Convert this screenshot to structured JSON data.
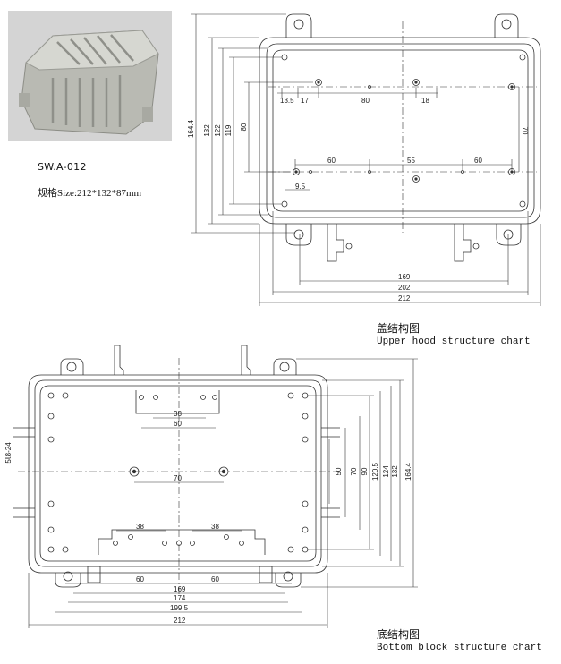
{
  "product": {
    "model": "SW.A-012",
    "size_spec": "规格Size:212*132*87mm"
  },
  "upper_hood": {
    "title_cn": "盖结构图",
    "title_en": "Upper hood structure chart",
    "dims": {
      "w212": "212",
      "w202": "202",
      "w169": "169",
      "h164": "164.4",
      "h132": "132",
      "h122": "122",
      "h119": "119",
      "h80": "80",
      "d13": "13.5",
      "d17": "17",
      "d80": "80",
      "d18": "18",
      "d60a": "60",
      "d55": "55",
      "d60b": "60",
      "d9": "9.5",
      "d70": "70"
    }
  },
  "bottom_block": {
    "title_cn": "底结构图",
    "title_en": "Bottom block structure chart",
    "dims": {
      "b38": "38",
      "b60": "60",
      "b70": "70",
      "l38": "38",
      "r38": "38",
      "l60": "60",
      "r60": "60",
      "w169": "169",
      "w174": "174",
      "w199": "199.5",
      "w212": "212",
      "v50": "50",
      "v70": "70",
      "v90": "90",
      "v1205": "120.5",
      "v124": "124",
      "v132": "132",
      "v164": "164.4",
      "side": "5Ꙇ8-24"
    }
  },
  "colors": {
    "line": "#333333",
    "photo_bg": "#d4d4d4",
    "housing": "#b9bab3"
  }
}
